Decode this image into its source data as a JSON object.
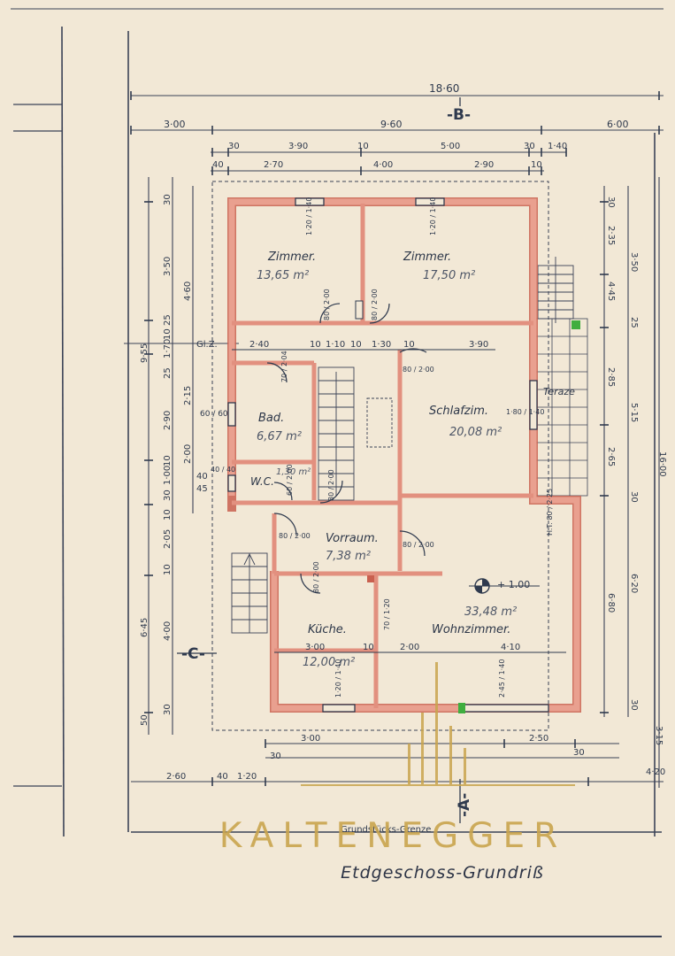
{
  "plan": {
    "title": "Etdgeschoss-Grundriß",
    "brand": "KALTENEGGER",
    "parcel_label": "Grundstücks-Grenze",
    "section_b": "-B-",
    "section_c": "-C-",
    "section_a": "-A-",
    "level_mark": "+ 1.00",
    "terrace": "Teraze"
  },
  "rooms": [
    {
      "name": "Zimmer.",
      "area": "13,65 m²"
    },
    {
      "name": "Zimmer.",
      "area": "17,50 m²"
    },
    {
      "name": "Bad.",
      "area": "6,67 m²"
    },
    {
      "name": "W.C.",
      "area": "1,30 m²"
    },
    {
      "name": "Schlafzim.",
      "area": "20,08 m²"
    },
    {
      "name": "Vorraum.",
      "area": "7,38 m²"
    },
    {
      "name": "Küche.",
      "area": "12,00 m²"
    },
    {
      "name": "Wohnzimmer.",
      "area": "33,48 m²"
    }
  ],
  "dims_top": {
    "total": "18·60",
    "row1": [
      "3·00",
      "9·60",
      "6·00"
    ],
    "row2": [
      "30",
      "3·90",
      "10",
      "5·00",
      "30",
      "1·40"
    ],
    "row3": [
      "40",
      "2·70",
      "4·00",
      "2·90",
      "10"
    ]
  },
  "dims_interior": [
    "2·40",
    "10",
    "1·10",
    "10",
    "1·30",
    "10",
    "3·90"
  ],
  "dims_lower": [
    "3·00",
    "10",
    "2·00",
    "4·10"
  ],
  "dims_bottom": {
    "row1": [
      "3·00",
      "2·50"
    ],
    "row2": [
      "30",
      "30"
    ],
    "row3": [
      "2·60",
      "40",
      "1·20",
      "4·20"
    ]
  },
  "dims_left": {
    "outer": "9·55",
    "a": [
      "30",
      "3·50",
      "25",
      "10",
      "1·70",
      "25",
      "2·90",
      "10",
      "30",
      "1·00",
      "10"
    ],
    "b": [
      "4·60",
      "2·15",
      "2·00",
      "40",
      "45"
    ],
    "c": [
      "2·05",
      "10",
      "4·00",
      "6·45",
      "30",
      "50"
    ]
  },
  "dims_right": {
    "outer": "16·00",
    "a": [
      "30",
      "2·35",
      "4·45",
      "2·85",
      "2·65",
      "6·80"
    ],
    "b": [
      "3·50",
      "25",
      "5·15",
      "30",
      "6·20",
      "30",
      "3·15"
    ]
  },
  "openings": [
    {
      "label": "1·20 / 1·40"
    },
    {
      "label": "1·20 / 1·40"
    },
    {
      "label": "80 / 2·00"
    },
    {
      "label": "80 / 2·00"
    },
    {
      "label": "70 / 2·04"
    },
    {
      "label": "80 / 2·00"
    },
    {
      "label": "60 / 60"
    },
    {
      "label": "40 / 40"
    },
    {
      "label": "60 / 2·00"
    },
    {
      "label": "80 / 2·00"
    },
    {
      "label": "80 / 2·00"
    },
    {
      "label": "80 / 2·00"
    },
    {
      "label": "80 / 2·00"
    },
    {
      "label": "1·80 / 1·40"
    },
    {
      "label": "H.T. 80 / 2·25"
    },
    {
      "label": "70 / 1·20"
    },
    {
      "label": "1·20 / 1·40"
    },
    {
      "label": "2·45 / 1·40"
    }
  ],
  "notes": {
    "gl": "Gl.Z."
  },
  "colors": {
    "paper": "#f2e8d6",
    "wall": "#e9a08f",
    "wall_edge": "#c9604f",
    "ink": "#2f3a4e",
    "brand": "#c9a54e",
    "green": "#3fae3f"
  }
}
